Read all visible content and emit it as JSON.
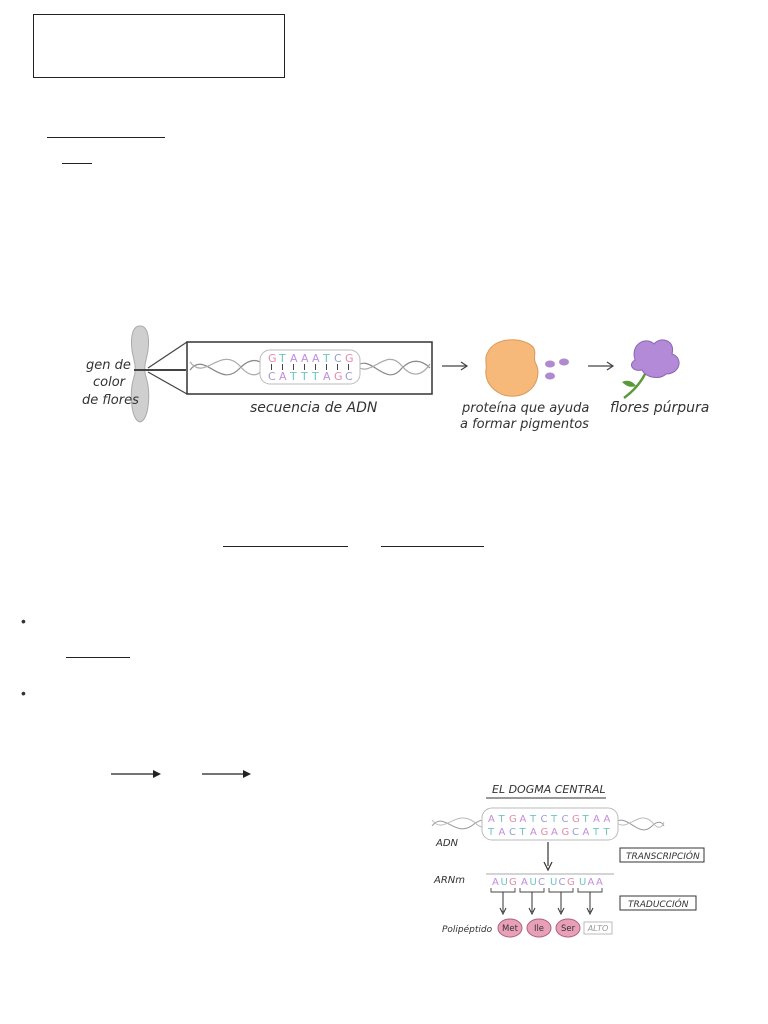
{
  "gene_figure": {
    "gene_label": [
      "gen de",
      "color",
      "de flores"
    ],
    "dna_top": [
      "G",
      "T",
      "A",
      "A",
      "A",
      "T",
      "C",
      "G"
    ],
    "dna_bottom": [
      "C",
      "A",
      "T",
      "T",
      "T",
      "A",
      "G",
      "C"
    ],
    "dna_caption": "secuencia de ADN",
    "protein_caption": [
      "proteína que ayuda",
      "a formar pigmentos"
    ],
    "flower_caption": "flores púrpura"
  },
  "dogma_figure": {
    "title": "EL DOGMA CENTRAL",
    "dna_label": "ADN",
    "dna_top": [
      "A",
      "T",
      "G",
      "A",
      "T",
      "C",
      "T",
      "C",
      "G",
      "T",
      "A",
      "A"
    ],
    "dna_bottom": [
      "T",
      "A",
      "C",
      "T",
      "A",
      "G",
      "A",
      "G",
      "C",
      "A",
      "T",
      "T"
    ],
    "transcription_label": "TRANSCRIPCIÓN",
    "mrna_label": "ARNm",
    "mrna_codons": [
      "AUG",
      "AUC",
      "UCG",
      "UAA"
    ],
    "translation_label": "TRADUCCIÓN",
    "polypeptide_label": "Polipéptido",
    "amino_acids": [
      "Met",
      "Ile",
      "Ser"
    ],
    "stop_label": "ALTO"
  },
  "bullets": [
    "•",
    "•"
  ],
  "colors": {
    "A": "#c48be0",
    "T": "#6ec6c0",
    "G": "#e58aa8",
    "C": "#9b9bd6",
    "U": "#6ec6c0",
    "protein": "#f6b97a",
    "pigment": "#b08ad0",
    "flower": "#b28ad8",
    "stem": "#5a9a3a",
    "amino": "#e8a0b8"
  }
}
